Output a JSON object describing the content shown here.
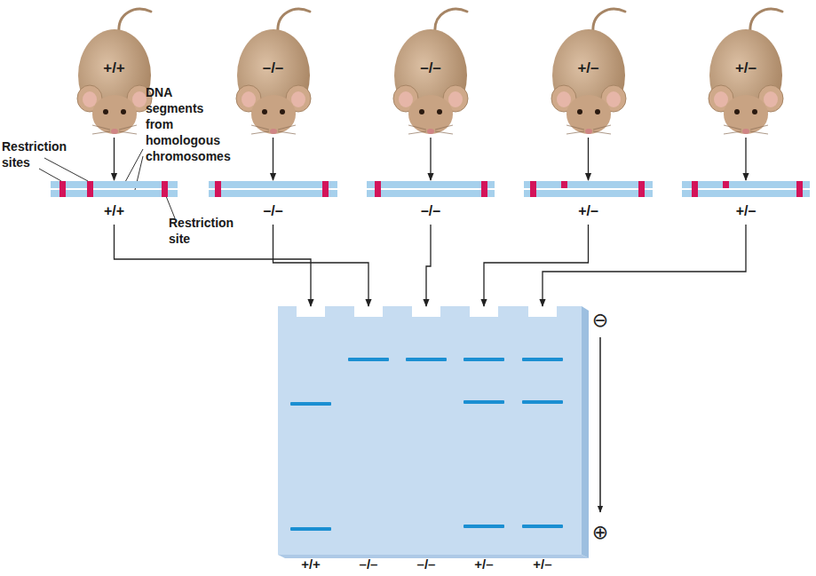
{
  "diagram": {
    "nodes": [
      {
        "text": [
          "+/+"
        ]
      },
      {
        "text": [
          "–/–"
        ]
      },
      {
        "text": [
          "–/–"
        ]
      },
      {
        "text": [
          "+/–"
        ]
      },
      {
        "text": [
          "+/–"
        ]
      },
      {
        "text": [
          "+/+"
        ]
      },
      {
        "text": [
          "–/–"
        ]
      },
      {
        "text": [
          "–/–"
        ]
      },
      {
        "text": [
          "+/–"
        ]
      },
      {
        "text": [
          "+/–"
        ]
      },
      {
        "text": [
          "⊖",
          "⊕"
        ]
      },
      {
        "text": [
          "+/+"
        ],
        "in": 10
      },
      {
        "text": [
          "–/–"
        ],
        "in": 10
      },
      {
        "text": [
          "–/–"
        ],
        "in": 10
      },
      {
        "text": [
          "+/–"
        ],
        "in": 10
      },
      {
        "text": [
          "+/–"
        ],
        "in": 10
      }
    ],
    "edges": [
      {
        "from": 0,
        "to": 5,
        "arrow": "to"
      },
      {
        "from": 1,
        "to": 6,
        "arrow": "to"
      },
      {
        "from": 2,
        "to": 7,
        "arrow": "to"
      },
      {
        "from": 3,
        "to": 8,
        "arrow": "to"
      },
      {
        "from": 4,
        "to": 9,
        "arrow": "to"
      },
      {
        "from": 5,
        "to": 11,
        "arrow": "to"
      },
      {
        "from": 6,
        "to": 12,
        "arrow": "to"
      },
      {
        "from": 7,
        "to": 13,
        "arrow": "to"
      },
      {
        "from": 8,
        "to": 14,
        "arrow": "to"
      },
      {
        "from": 9,
        "to": 15,
        "arrow": "to"
      }
    ],
    "labels": [
      "Restriction sites",
      "DNA segments from homologous chromosomes",
      "Restriction site"
    ]
  }
}
